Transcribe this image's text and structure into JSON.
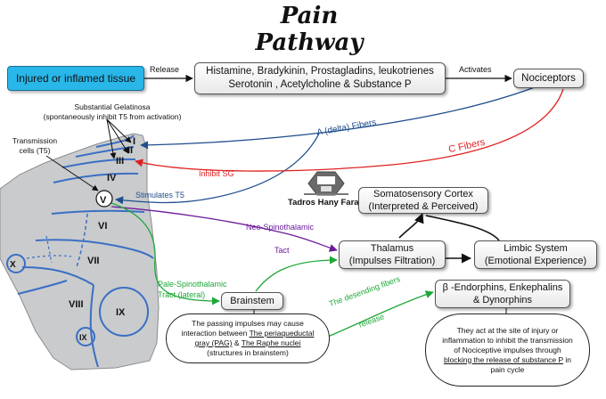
{
  "title": "Pain Pathway",
  "boxes": {
    "injured": "Injured or inflamed tissue",
    "chemicals_line1": "Histamine, Bradykinin, Prostagladins, leukotrienes",
    "chemicals_line2": "Serotonin , Acetylcholine & Substance P",
    "nociceptors": "Nociceptors",
    "somatosensory_line1": "Somatosensory Cortex",
    "somatosensory_line2": "(Interpreted & Perceived)",
    "thalamus_line1": "Thalamus",
    "thalamus_line2": "(Impulses Filtration)",
    "limbic_line1": "Limbic System",
    "limbic_line2": "(Emotional Experience)",
    "brainstem": "Brainstem",
    "endorphins_line1": "β -Endorphins, Enkephalins",
    "endorphins_line2": "& Dynorphins"
  },
  "notes": {
    "pag_line1": "The passing impulses may cause",
    "pag_line2_a": "interaction between ",
    "pag_line2_b": "The periaqueductal",
    "pag_line3_a": "gray (PAG)",
    "pag_line3_b": " & ",
    "pag_line3_c": "The Raphe nuclei",
    "pag_line4": "(structures in brainstem)",
    "inhibit_line1": "They act at the site of injury or",
    "inhibit_line2": "inflammation to inhibit the transmission",
    "inhibit_line3": "of Nociceptive impulses through",
    "inhibit_line4_a": "blocking the release of substance P",
    "inhibit_line4_b": " in",
    "inhibit_line5": "pain cycle"
  },
  "arrow_labels": {
    "release": "Release",
    "activates": "Activates",
    "a_delta": "A (delta) Fibers",
    "c_fibers": "C Fibers",
    "inhibit_sg": "Inhibit SG",
    "stimulates_t5": "Stimulates T5",
    "neo_line1": "Neo-Spinothalamic",
    "neo_line2": "Tact",
    "pale_line1": "Pale-Spinothalamic",
    "pale_line2": "Tract (lateral)",
    "descending": "The desending fibers",
    "release_lower": "release"
  },
  "spinal": {
    "substantia_line1": "Substantial Gelatinosa",
    "substantia_line2": "(spontaneously inhibit T5 from activation)",
    "transmission_line1": "Transmission",
    "transmission_line2": "cells (T5)",
    "laminae": [
      "I",
      "II",
      "III",
      "IV",
      "V",
      "VI",
      "VII",
      "VIII",
      "IX",
      "X",
      "IX"
    ]
  },
  "logo_text": "Tadros Hany FaraH",
  "colors": {
    "injured_fill": "#29b6e8",
    "a_delta": "#1f4e8c",
    "c_fibers": "#e02020",
    "neo": "#6a1b9a",
    "pale": "#1fa83a",
    "spinal_fill": "#c9cbcd",
    "lamina_lines": "#3b6fc4"
  }
}
